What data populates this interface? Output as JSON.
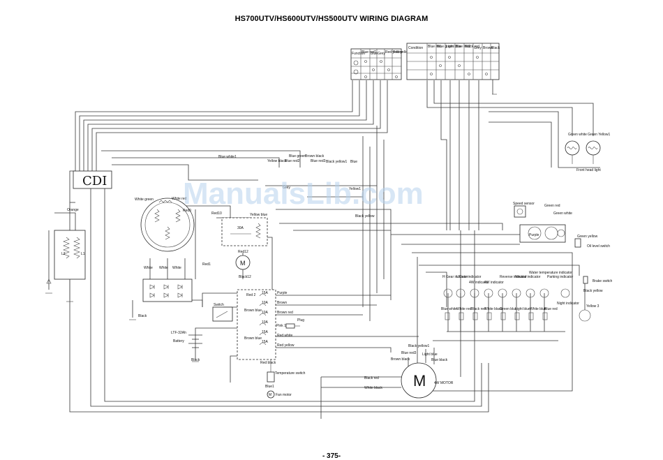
{
  "title": "HS700UTV/HS600UTV/HS500UTV WIRING DIAGRAM",
  "page_number": "- 375-",
  "watermark": "ManualsLib.com",
  "components": {
    "cdi": "CDI",
    "motor_symbol": "M",
    "four_w_motor": "4W MOTOR",
    "fan_motor": "Fan motor",
    "speed_sensor": "Speed sensor",
    "front_head_light": "Front head light",
    "oil_level_switch": "Oil level switch",
    "brake_switch": "Brake switch",
    "switch": "Switch",
    "battery": "Battery",
    "battery_type": "LTF-32Ah",
    "temperature_switch": "Temperature switch",
    "plug": "Plug",
    "fuse_30a": "30A"
  },
  "wire_labels": {
    "orange": "Orange",
    "white_green": "White green",
    "white_red": "White red",
    "red0": "Red0",
    "red10": "Red10",
    "yellow_blue": "Yellow blue",
    "blue_white1": "Blue white1",
    "yellow_black": "Yellow black",
    "blue_green": "Blue green",
    "brown_black": "Brown black",
    "blue_red2": "Blue red2",
    "blue_red3": "Blue red3",
    "black_yellow1": "Black yellow1",
    "blue": "Blue",
    "grey": "Grey",
    "yellow1": "Yellow1",
    "black_yellow": "Black yellow",
    "red1": "Red1",
    "red12": "Red12",
    "black12": "Black12",
    "white1": "White",
    "white2": "White",
    "white3": "White",
    "black1": "Black",
    "black2": "Black",
    "red2": "Red 2",
    "brown_blue1": "Brown blue",
    "brown_blue2": "Brown blue",
    "purple": "Purple",
    "brown": "Brown",
    "brown_red": "Brown red",
    "pink1": "Pink 1",
    "red_white": "Red white",
    "red_yellow": "Red yellow",
    "red_black": "Red black",
    "blue1": "Blue1",
    "black_red": "Black red",
    "white_black": "White black",
    "blue_red3b": "Blue red3",
    "brown_black2": "Brown black",
    "light_blue": "Light blue",
    "blue_black": "Blue black",
    "purple2": "Purple",
    "green_red": "Green red",
    "green_white": "Green white",
    "green_yellow": "Green yellow",
    "green_white2": "Green white",
    "green_yellow1": "Green Yellow1",
    "black_yellow2": "Black yellow",
    "yellow3": "Yellow 3"
  },
  "fuses": [
    "15A",
    "10A",
    "10A",
    "10A",
    "15A",
    "15A"
  ],
  "indicators": [
    {
      "name": "H Gear indicator",
      "wire": "Blue white"
    },
    {
      "name": "L Gear indicator",
      "wire": "White red"
    },
    {
      "name": "4W indicator",
      "wire": "Black red"
    },
    {
      "name": "4W indicator",
      "wire": "White black"
    },
    {
      "name": "Reverse indicator",
      "wire": "Green blue"
    },
    {
      "name": "Neutral indicator",
      "wire": "Light blue"
    },
    {
      "name": "Water temperature indicator",
      "wire": "White blue"
    },
    {
      "name": "Parking indicator",
      "wire": "Blue red"
    },
    {
      "name": "Night indicator",
      "wire": ""
    }
  ],
  "switch_table_left": {
    "headers": [
      "Function",
      "Blue red1",
      "Blue",
      "Grey",
      "Red yellow",
      "Red yellow"
    ]
  },
  "switch_table_right": {
    "headers": [
      "Condition",
      "Blue red",
      "Blue green",
      "Light blue",
      "Blue red3",
      "Black red",
      "Grey",
      "Brown",
      "Black"
    ]
  },
  "colors": {
    "line": "#333333",
    "watermark": "#b7d1ec"
  }
}
